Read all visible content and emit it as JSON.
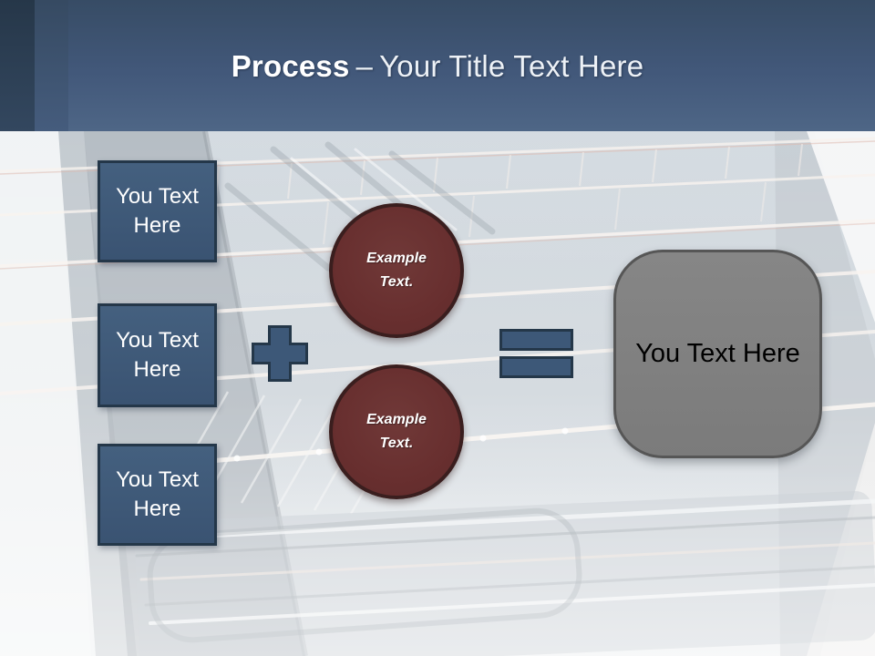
{
  "header": {
    "title_bold": "Process",
    "title_separator": "–",
    "title_rest": "Your Title Text Here"
  },
  "diagram": {
    "steps": [
      {
        "label": "You Text Here"
      },
      {
        "label": "You Text Here"
      },
      {
        "label": "You Text Here"
      }
    ],
    "circles": [
      {
        "label": "Example Text."
      },
      {
        "label": "Example Text."
      }
    ],
    "result": {
      "label": "You Text Here"
    },
    "operators": {
      "plus": "plus-icon",
      "equals": "equals-icon"
    }
  },
  "photo": {
    "name": "open-oven-interior-photo"
  },
  "colors": {
    "header_top": "#384d66",
    "header_bottom": "#4d6585",
    "header_stripe_dark": "#263749",
    "step_fill": "#3d5878",
    "step_border": "#243749",
    "circle_fill": "#6a3332",
    "circle_border": "#3a1e1e",
    "result_fill": "#7f7f7f",
    "result_border": "#565656",
    "title_text": "#ffffff",
    "step_text": "#ffffff",
    "result_text": "#000000"
  }
}
